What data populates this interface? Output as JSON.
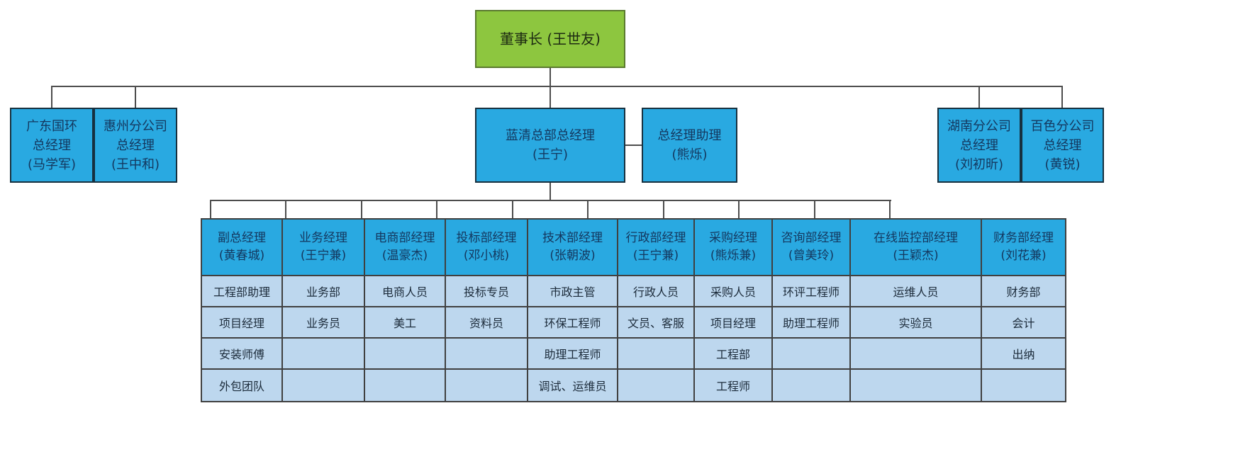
{
  "colors": {
    "green": "#8dc63f",
    "blue": "#29a9e1",
    "light_blue": "#bdd7ee"
  },
  "nodes": {
    "chairman": {
      "line1": "董事长 (王世友)"
    },
    "guangdong_guohuan": {
      "line1": "广东国环",
      "line2": "总经理",
      "line3": "(马学军)"
    },
    "huizhou_branch": {
      "line1": "惠州分公司",
      "line2": "总经理",
      "line3": "(王中和)"
    },
    "lanqing_hq": {
      "line1": "蓝清总部总经理",
      "line2": "(王宁)"
    },
    "gm_assistant": {
      "line1": "总经理助理",
      "line2": "(熊烁)"
    },
    "hunan_branch": {
      "line1": "湖南分公司",
      "line2": "总经理",
      "line3": "(刘初昕)"
    },
    "baise_branch": {
      "line1": "百色分公司",
      "line2": "总经理",
      "line3": "(黄锐)"
    }
  },
  "departments": [
    {
      "title": "副总经理",
      "manager": "(黄春城)",
      "staff": [
        "工程部助理",
        "项目经理",
        "安装师傅",
        "外包团队"
      ]
    },
    {
      "title": "业务经理",
      "manager": "(王宁兼)",
      "staff": [
        "业务部",
        "业务员",
        "",
        ""
      ]
    },
    {
      "title": "电商部经理",
      "manager": "(温豪杰)",
      "staff": [
        "电商人员",
        "美工",
        "",
        ""
      ]
    },
    {
      "title": "投标部经理",
      "manager": "(邓小桃)",
      "staff": [
        "投标专员",
        "资料员",
        "",
        ""
      ]
    },
    {
      "title": "技术部经理",
      "manager": "(张朝波)",
      "staff": [
        "市政主管",
        "环保工程师",
        "助理工程师",
        "调试、运维员"
      ]
    },
    {
      "title": "行政部经理",
      "manager": "(王宁兼)",
      "staff": [
        "行政人员",
        "文员、客服",
        "",
        ""
      ]
    },
    {
      "title": "采购经理",
      "manager": "(熊烁兼)",
      "staff": [
        "采购人员",
        "项目经理",
        "工程部",
        "工程师"
      ]
    },
    {
      "title": "咨询部经理",
      "manager": "(曾美玲)",
      "staff": [
        "环评工程师",
        "助理工程师",
        "",
        ""
      ]
    },
    {
      "title": "在线监控部经理",
      "manager": "(王颖杰)",
      "staff": [
        "运维人员",
        "实验员",
        "",
        ""
      ]
    },
    {
      "title": "财务部经理",
      "manager": "(刘花兼)",
      "staff": [
        "财务部",
        "会计",
        "出纳",
        ""
      ]
    }
  ]
}
